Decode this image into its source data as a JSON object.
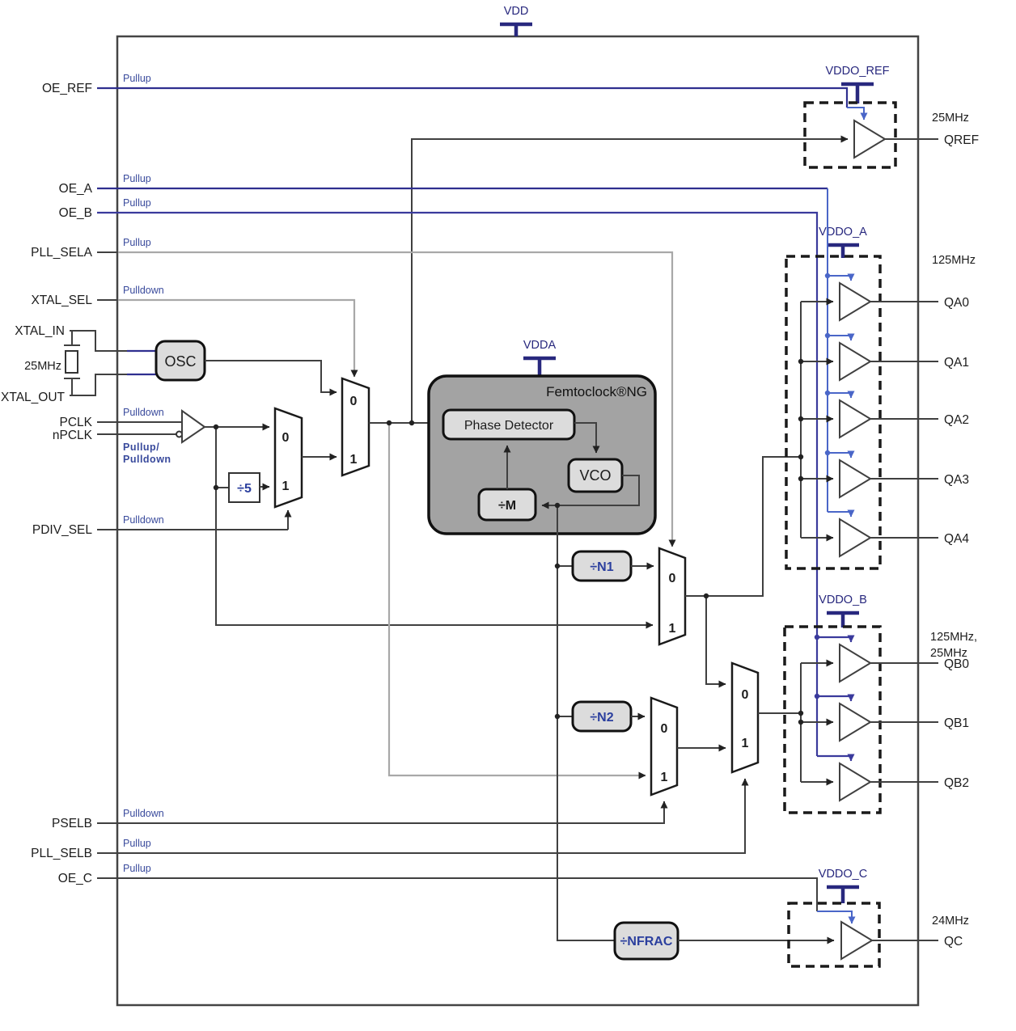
{
  "power": {
    "vdd": "VDD",
    "vdda": "VDDA",
    "vddo_ref": "VDDO_REF",
    "vddo_a": "VDDO_A",
    "vddo_b": "VDDO_B",
    "vddo_c": "VDDO_C"
  },
  "left_pins": {
    "oe_ref": {
      "label": "OE_REF",
      "resistor": "Pullup"
    },
    "oe_a": {
      "label": "OE_A",
      "resistor": "Pullup"
    },
    "oe_b": {
      "label": "OE_B",
      "resistor": "Pullup"
    },
    "pll_sela": {
      "label": "PLL_SELA",
      "resistor": "Pullup"
    },
    "xtal_sel": {
      "label": "XTAL_SEL",
      "resistor": "Pulldown"
    },
    "xtal_in": {
      "label": "XTAL_IN"
    },
    "xtal_out": {
      "label": "XTAL_OUT"
    },
    "xtal_freq": "25MHz",
    "pclk": {
      "label": "PCLK",
      "resistor": "Pulldown"
    },
    "npclk": {
      "label": "nPCLK",
      "resistor_line1": "Pullup/",
      "resistor_line2": "Pulldown"
    },
    "pdiv_sel": {
      "label": "PDIV_SEL",
      "resistor": "Pulldown"
    },
    "pselb": {
      "label": "PSELB",
      "resistor": "Pulldown"
    },
    "pll_selb": {
      "label": "PLL_SELB",
      "resistor": "Pullup"
    },
    "oe_c": {
      "label": "OE_C",
      "resistor": "Pullup"
    }
  },
  "blocks": {
    "osc": "OSC",
    "pll_title": "Femtoclock®NG",
    "phase_detector": "Phase Detector",
    "vco": "VCO",
    "div_m": "÷M",
    "div_5": "÷5",
    "div_n1": "÷N1",
    "div_n2": "÷N2",
    "div_nfrac": "÷NFRAC"
  },
  "mux": {
    "in0": "0",
    "in1": "1"
  },
  "outputs": {
    "ref": {
      "freq": "25MHz",
      "label": "QREF"
    },
    "bank_a": {
      "freq": "125MHz",
      "pins": [
        "QA0",
        "QA1",
        "QA2",
        "QA3",
        "QA4"
      ]
    },
    "bank_b": {
      "freq_line1": "125MHz,",
      "freq_line2": "25MHz",
      "pins": [
        "QB0",
        "QB1",
        "QB2"
      ]
    },
    "bank_c": {
      "freq": "24MHz",
      "label": "QC"
    }
  }
}
